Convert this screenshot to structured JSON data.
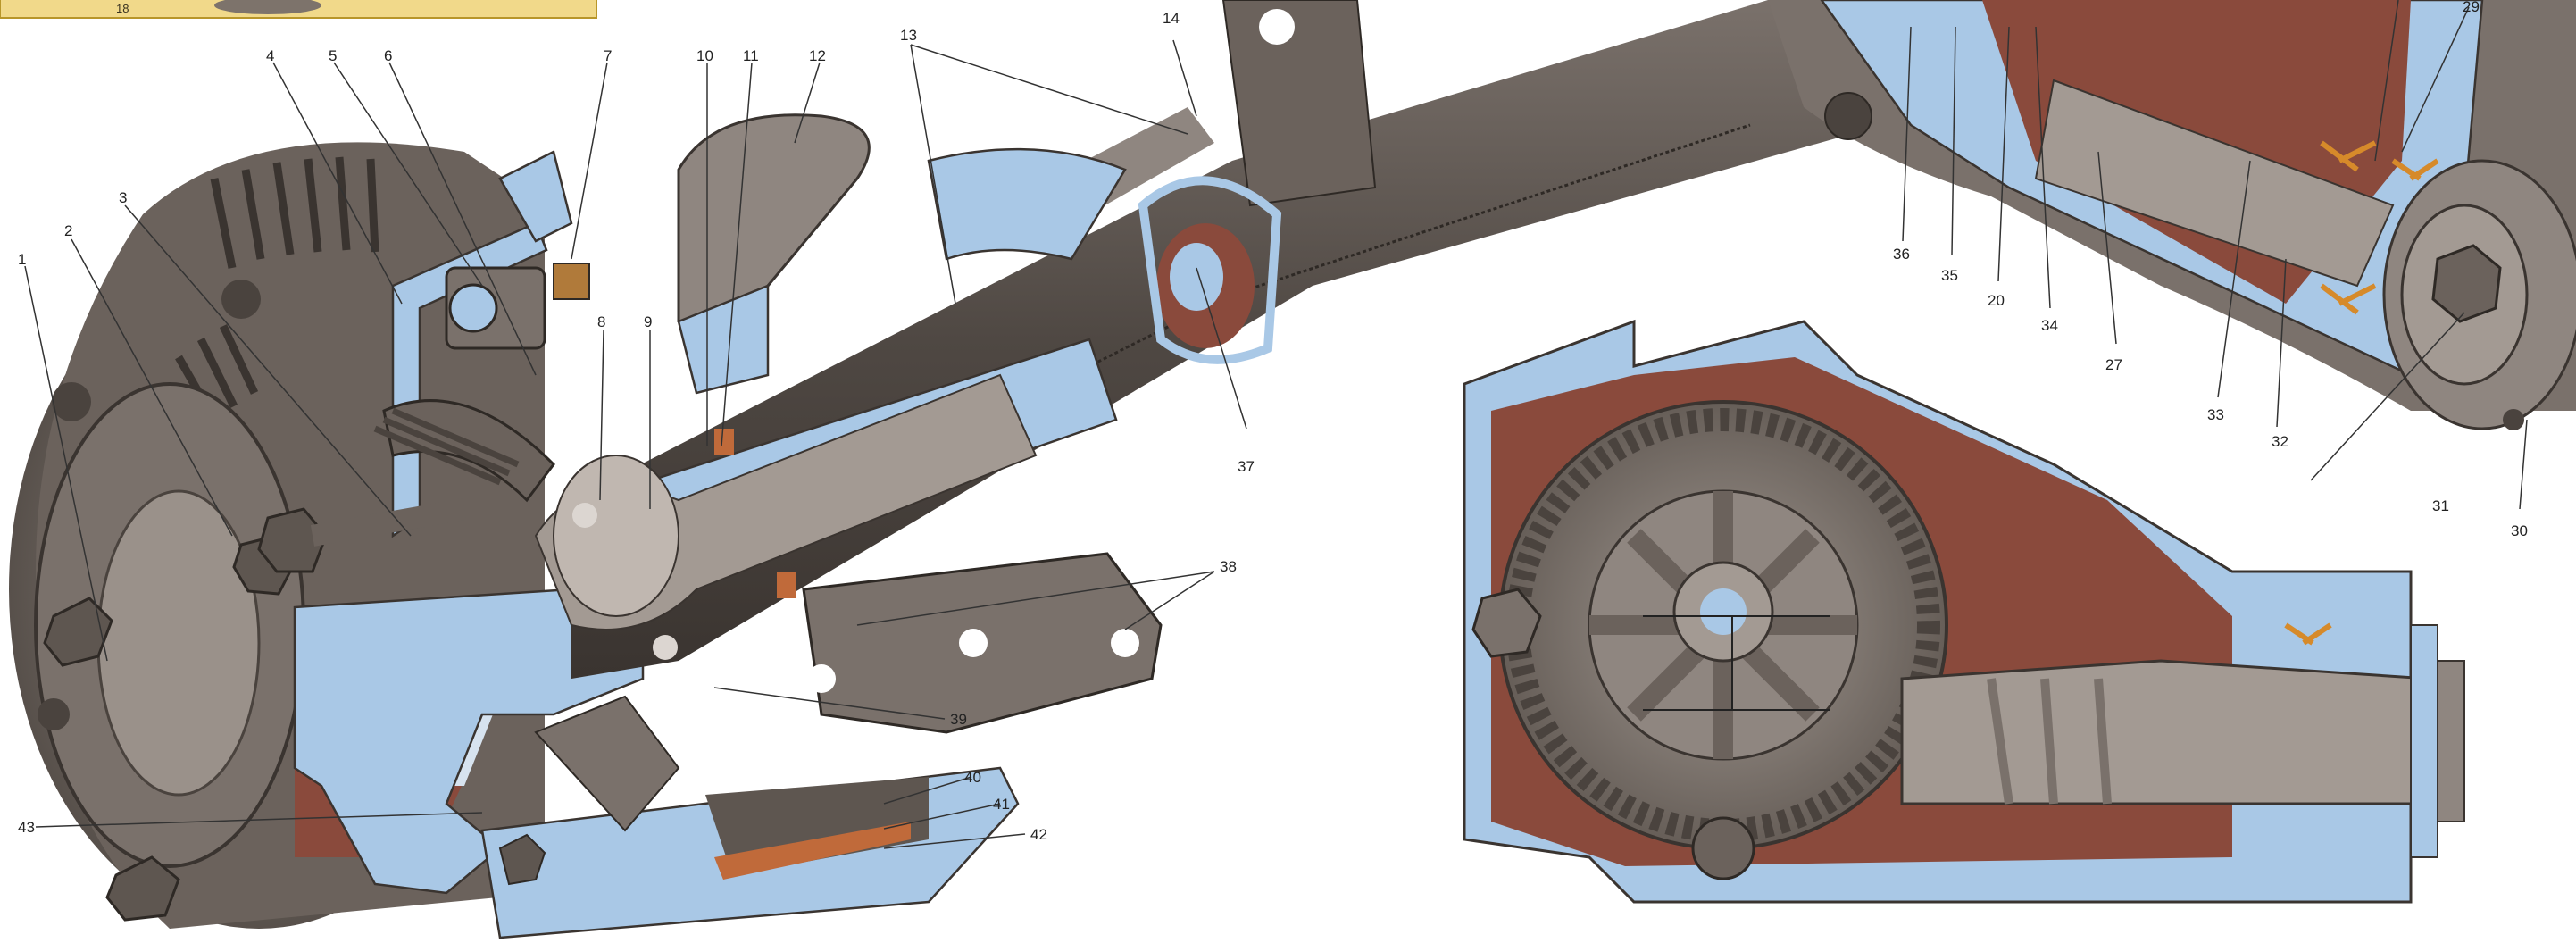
{
  "figure": {
    "type": "annotated cutaway illustration",
    "subject": "rear axle housing with final drive and brake",
    "inset_tag": "18"
  },
  "callouts": [
    {
      "id": "1",
      "label": "1"
    },
    {
      "id": "2",
      "label": "2"
    },
    {
      "id": "3",
      "label": "3"
    },
    {
      "id": "4",
      "label": "4"
    },
    {
      "id": "5",
      "label": "5"
    },
    {
      "id": "6",
      "label": "6"
    },
    {
      "id": "7",
      "label": "7"
    },
    {
      "id": "8",
      "label": "8"
    },
    {
      "id": "9",
      "label": "9"
    },
    {
      "id": "10",
      "label": "10"
    },
    {
      "id": "11",
      "label": "11"
    },
    {
      "id": "12",
      "label": "12"
    },
    {
      "id": "13",
      "label": "13"
    },
    {
      "id": "14",
      "label": "14"
    },
    {
      "id": "20",
      "label": "20"
    },
    {
      "id": "27",
      "label": "27"
    },
    {
      "id": "29",
      "label": "29"
    },
    {
      "id": "30",
      "label": "30"
    },
    {
      "id": "31",
      "label": "31"
    },
    {
      "id": "32",
      "label": "32"
    },
    {
      "id": "33",
      "label": "33"
    },
    {
      "id": "34",
      "label": "34"
    },
    {
      "id": "35",
      "label": "35"
    },
    {
      "id": "36",
      "label": "36"
    },
    {
      "id": "37",
      "label": "37"
    },
    {
      "id": "38",
      "label": "38"
    },
    {
      "id": "39",
      "label": "39"
    },
    {
      "id": "40",
      "label": "40"
    },
    {
      "id": "41",
      "label": "41"
    },
    {
      "id": "42",
      "label": "42"
    },
    {
      "id": "43",
      "label": "43"
    }
  ],
  "colors": {
    "cut_section": "#a9c8e6",
    "metal": "#5e5650",
    "metal_light": "#8f8680",
    "metal_dark": "#3a3430",
    "oil_cavity": "#8a4a3c",
    "inset_bg": "#f1d98a",
    "inset_border": "#b8962a",
    "leader": "#333333"
  }
}
